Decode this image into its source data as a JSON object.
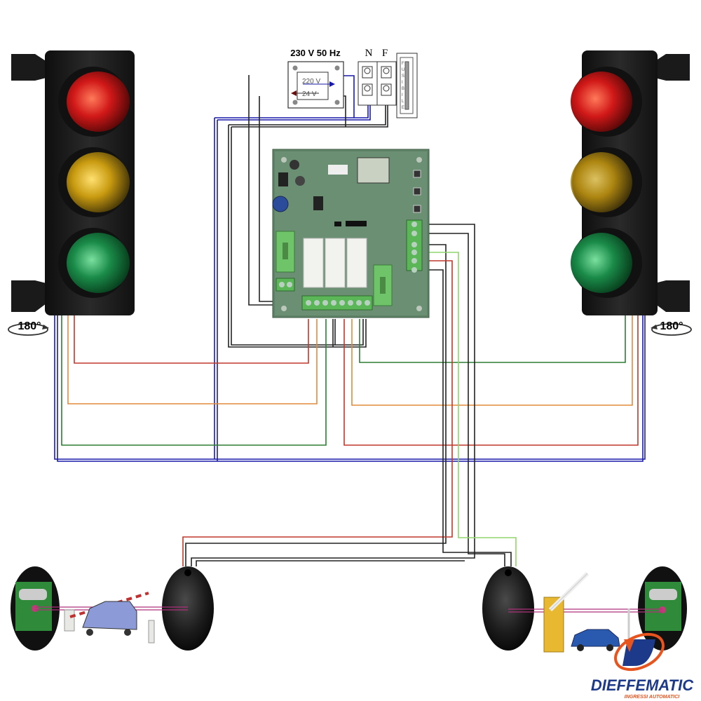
{
  "diagram": {
    "title": "Traffic light controller wiring diagram",
    "power_supply": {
      "label": "230 V 50 Hz",
      "transformer_primary": "220 V",
      "transformer_secondary": "24 V",
      "neutral_label": "N",
      "phase_label": "F",
      "fuse_label": [
        "F",
        "U",
        "S",
        "I",
        "B",
        "I",
        "L",
        "E"
      ]
    },
    "traffic_lights": [
      {
        "side": "left",
        "rotation_label": "180°",
        "lamps": [
          "red",
          "yellow",
          "green"
        ]
      },
      {
        "side": "right",
        "rotation_label": "180°",
        "lamps": [
          "red",
          "yellow",
          "green"
        ]
      }
    ],
    "control_board": {
      "name": "controller-board",
      "relays": 3,
      "buttons": 3
    },
    "photocells": [
      {
        "side": "left",
        "type": "receiver-open"
      },
      {
        "side": "left-center",
        "type": "transmitter-closed"
      },
      {
        "side": "right-center",
        "type": "transmitter-closed"
      },
      {
        "side": "right",
        "type": "receiver-open"
      }
    ],
    "wire_colors": {
      "red": "#c0392b",
      "orange": "#e08a3a",
      "green": "#2e7d32",
      "light_green": "#8fd66b",
      "blue": "#1a1aaa",
      "black": "#222222",
      "beam": "#b0307a"
    },
    "brand": {
      "name": "DIEFFEMATIC",
      "tagline": "INGRESSI AUTOMATICI",
      "primary": "#1d3a8a",
      "accent": "#e8541e"
    }
  }
}
